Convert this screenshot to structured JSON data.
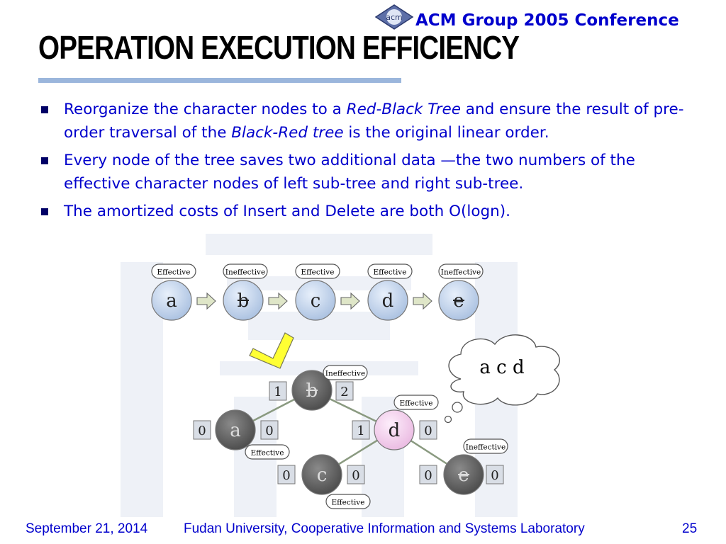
{
  "header": {
    "logo_text": "acm",
    "conference": "ACM Group 2005 Conference"
  },
  "slide": {
    "title": "OPERATION EXECUTION EFFICIENCY",
    "bullets": [
      {
        "parts": [
          {
            "text": "Reorganize the character nodes to a ",
            "italic": false
          },
          {
            "text": "Red-Black Tree",
            "italic": true
          },
          {
            "text": " and ensure the result of pre-order traversal of the ",
            "italic": false
          },
          {
            "text": "Black-Red tree",
            "italic": true
          },
          {
            "text": " is the original linear order.",
            "italic": false
          }
        ]
      },
      {
        "parts": [
          {
            "text": "Every node of the tree saves two additional data —the two numbers of the effective character nodes of left sub-tree and right sub-tree.",
            "italic": false
          }
        ]
      },
      {
        "parts": [
          {
            "text": "The amortized costs of Insert and Delete are both O(logn).",
            "italic": false
          }
        ]
      }
    ]
  },
  "diagram": {
    "linear_nodes": [
      {
        "char": "a",
        "tag": "Effective"
      },
      {
        "char": "b",
        "tag": "Ineffective"
      },
      {
        "char": "c",
        "tag": "Effective"
      },
      {
        "char": "d",
        "tag": "Effective"
      },
      {
        "char": "e",
        "tag": "Ineffective"
      }
    ],
    "cloud_text": "a c d",
    "tree_nodes": {
      "b": {
        "char": "b",
        "tag": "Ineffective",
        "left": "1",
        "right": "2"
      },
      "a": {
        "char": "a",
        "tag": "Effective",
        "left": "0",
        "right": "0"
      },
      "d": {
        "char": "d",
        "tag": "Effective",
        "left": "1",
        "right": "0"
      },
      "c": {
        "char": "c",
        "tag": "Effective",
        "left": "0",
        "right": "0"
      },
      "e": {
        "char": "e",
        "tag": "Ineffective",
        "left": "0",
        "right": "0"
      }
    }
  },
  "footer": {
    "date": "September 21, 2014",
    "lab": "Fudan University, Cooperative Information and Systems Laboratory",
    "page": "25"
  },
  "colors": {
    "accent": "#0000cc",
    "rule": "#9bb6dc",
    "node_blue": "#c7d8ee",
    "node_dark": "#6b6b6b",
    "node_pink": "#f6d0ef"
  }
}
